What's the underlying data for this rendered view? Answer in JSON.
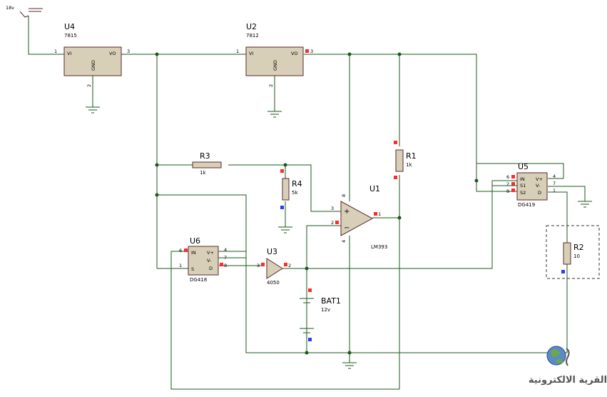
{
  "supply": {
    "label": "18v"
  },
  "components": {
    "U4": {
      "ref": "U4",
      "value": "7815",
      "pins": {
        "vi": "VI",
        "vo": "VO",
        "gnd": "GND",
        "n_in": "1",
        "n_out": "3",
        "n_gnd": "2"
      }
    },
    "U2": {
      "ref": "U2",
      "value": "7812",
      "pins": {
        "vi": "VI",
        "vo": "VO",
        "gnd": "GND",
        "n_in": "1",
        "n_out": "3",
        "n_gnd": "2"
      }
    },
    "R1": {
      "ref": "R1",
      "value": "1k"
    },
    "R2": {
      "ref": "R2",
      "value": "10"
    },
    "R3": {
      "ref": "R3",
      "value": "1k"
    },
    "R4": {
      "ref": "R4",
      "value": "5k"
    },
    "U1": {
      "ref": "U1",
      "value": "LM393",
      "pins": {
        "plus": "+",
        "minus": "−",
        "n_plus": "3",
        "n_minus": "2",
        "n_out": "1",
        "n_vp": "8",
        "n_vm": "4"
      }
    },
    "U3": {
      "ref": "U3",
      "value": "4050",
      "pins": {
        "n_in": "3",
        "n_out": "2"
      }
    },
    "U5": {
      "ref": "U5",
      "value": "DG419",
      "pins": {
        "in": "IN",
        "s1": "S1",
        "s2": "S2",
        "vp": "V+",
        "vm": "V-",
        "d": "D",
        "n_in": "6",
        "n_s1": "2",
        "n_s2": "8",
        "n_vp": "4",
        "n_vm": "7",
        "n_d": "1"
      }
    },
    "U6": {
      "ref": "U6",
      "value": "DG418",
      "pins": {
        "in": "IN",
        "s": "S",
        "vp": "V+",
        "vm": "V-",
        "d": "D",
        "n_in": "6",
        "n_s": "1",
        "n_vp": "4",
        "n_vm": "7",
        "n_d": "8"
      }
    },
    "BAT1": {
      "ref": "BAT1",
      "value": "12v"
    }
  },
  "watermark": {
    "text": "القرية الالكترونية"
  }
}
